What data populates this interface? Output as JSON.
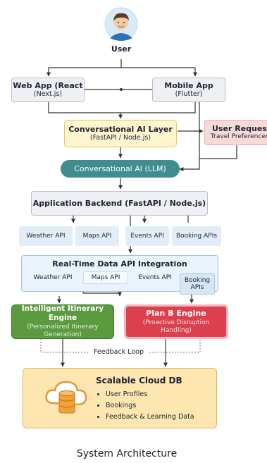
{
  "user": {
    "label": "User"
  },
  "web_app": {
    "title": "Web App (React",
    "sub": "(Next.js)"
  },
  "mobile_app": {
    "title": "Mobile App",
    "sub": "(Flutter)"
  },
  "conv_layer": {
    "title": "Conversational AI Layer",
    "sub": "(FastAPI / Node.js)"
  },
  "user_request": {
    "title": "User Request",
    "sub": "Travel Preferences"
  },
  "conv_ai": {
    "label": "Conversational AI (LLM)"
  },
  "backend": {
    "label": "Application Backend (FastAPI / Node.js)"
  },
  "apis_row1": [
    {
      "label": "Weather API"
    },
    {
      "label": "Maps API"
    },
    {
      "label": "Events API"
    },
    {
      "label": "Booking APIs"
    }
  ],
  "integration": {
    "title": "Real-Time Data API Integration",
    "items": [
      {
        "label": "Weather API"
      },
      {
        "label": "Maps API"
      },
      {
        "label": "Events API"
      },
      {
        "label": "Booking APIs"
      }
    ]
  },
  "itinerary": {
    "title": "Intelligent Itinerary Engine",
    "sub": "(Personalized Itinerary Generation)"
  },
  "planb": {
    "title": "Plan B Engine",
    "sub": "(Proactive Disruption Handling)"
  },
  "feedback": {
    "label": "Feedback Loop"
  },
  "db": {
    "title": "Scalable Cloud DB",
    "items": [
      {
        "label": "User Profiles"
      },
      {
        "label": "Bookings"
      },
      {
        "label": "Feedback & Learning Data"
      }
    ]
  },
  "caption": "System Architecture",
  "colors": {
    "yellow_fill": "#fff5cf",
    "yellow_border": "#e8c95a",
    "teal": "#3f8d8f",
    "green": "#5b9a3e",
    "red": "#dc3f4d",
    "pink": "#f6dada",
    "db_fill": "#fde6b0",
    "light_blue": "#e3edf8",
    "orange": "#f2a13a"
  },
  "icons": [
    "user-avatar-icon",
    "cloud-database-icon"
  ]
}
